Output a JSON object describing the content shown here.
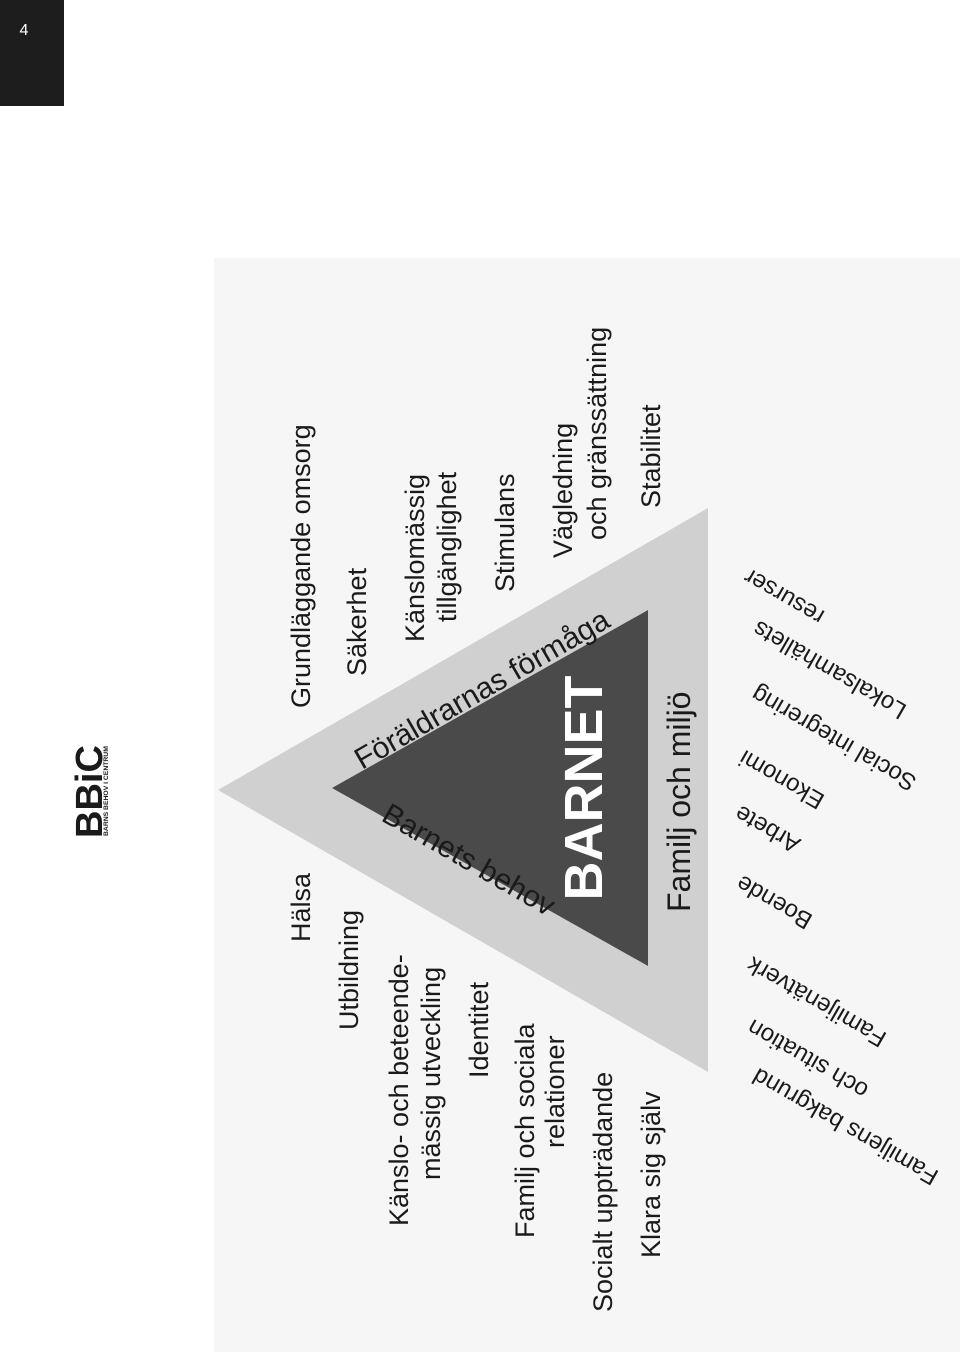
{
  "page": {
    "number": "4"
  },
  "logo": {
    "mark": "BBiC",
    "tagline": "BARNS BEHOV I CENTRUM"
  },
  "triangle": {
    "center": "BARNET",
    "side_needs": "Barnets behov",
    "side_parents": "Föräldrarnas förmåga",
    "side_family": "Familj och miljö"
  },
  "needs": [
    "Hälsa",
    "Utbildning",
    "Känslo- och beteende-",
    "mässig utveckling",
    "Identitet",
    "Familj och sociala",
    "relationer",
    "Socialt uppträdande",
    "Klara sig själv"
  ],
  "parents": [
    "Grundläggande omsorg",
    "Säkerhet",
    "Känslomässig",
    "tillgänglighet",
    "Stimulans",
    "Vägledning",
    "och gränssättning",
    "Stabilitet"
  ],
  "family": [
    "Familjens bakgrund",
    "och situation",
    "Familjenätverk",
    "Boende",
    "Arbete",
    "Ekonomi",
    "Social integrering",
    "Lokalsamhällets",
    "resurser"
  ],
  "colors": {
    "outer": "#d0d0d0",
    "inner": "#4a4a4a",
    "text": "#1a1a1a",
    "tab": "#1d1d1d"
  }
}
